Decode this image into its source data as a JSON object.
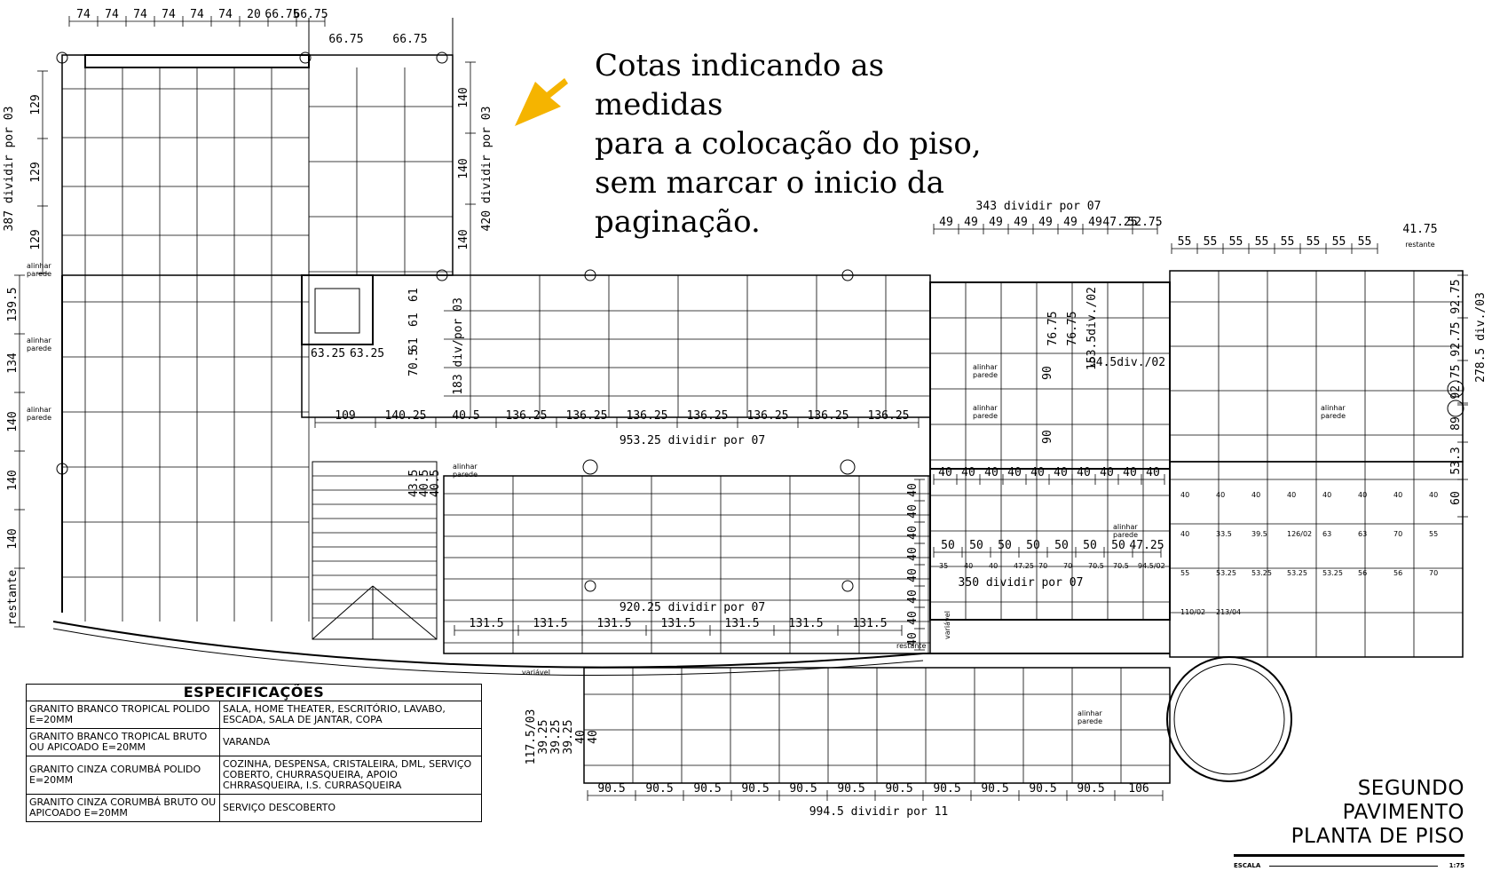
{
  "annotation": {
    "lines": [
      "Cotas indicando as medidas",
      "para a colocação do piso,",
      "sem marcar o inicio da",
      "paginação."
    ],
    "arrow_color": "#F5B400",
    "arrow_icon": "arrow-down-left"
  },
  "top_dims": {
    "row1": [
      "74",
      "74",
      "74",
      "74",
      "74",
      "74",
      "20",
      "66.75",
      "66.75"
    ],
    "row2": [
      "66.75",
      "66.75"
    ]
  },
  "left_dims": {
    "total": "387 dividir por 03",
    "items": [
      "129",
      "129",
      "129",
      "139.5",
      "134",
      "140",
      "140",
      "140",
      "restante"
    ]
  },
  "upper_right_vertical": {
    "total": "420 dividir por 03",
    "items": [
      "140",
      "140",
      "140"
    ]
  },
  "kitchen_top": {
    "total": "343 dividir por 07",
    "items": [
      "49",
      "49",
      "49",
      "49",
      "49",
      "49",
      "49",
      "47.25",
      "52.75"
    ]
  },
  "right_top": {
    "items": [
      "55",
      "55",
      "55",
      "55",
      "55",
      "55",
      "55",
      "55"
    ],
    "end": "41.75",
    "end_label": "restante"
  },
  "right_side_vertical": {
    "items": [
      "92.75",
      "92.75",
      "92.75"
    ],
    "total": "278.5 div./03",
    "lower": [
      "89",
      "53.3",
      "60"
    ]
  },
  "hall_labels": {
    "small": [
      "63.25",
      "63.25",
      "61",
      "61",
      "61",
      "70.5",
      "183 div/por 03"
    ],
    "row": [
      "109",
      "140.25",
      "40.5",
      "136.25",
      "136.25",
      "136.25",
      "136.25",
      "136.25",
      "136.25",
      "136.25"
    ],
    "total": "953.25 dividir por 07",
    "stair": [
      "43.5",
      "40.5",
      "40.5"
    ]
  },
  "kitchen_labels": {
    "vert": [
      "76.75",
      "76.75",
      "153.5div./02",
      "90",
      "90"
    ],
    "note": "94.5div./02",
    "row40": [
      "40",
      "40",
      "40",
      "40",
      "40",
      "40",
      "40",
      "40",
      "40",
      "40"
    ],
    "row50": [
      "50",
      "50",
      "50",
      "50",
      "50",
      "50",
      "50",
      "47.25"
    ],
    "extra": [
      "35",
      "40",
      "40",
      "47.25",
      "70",
      "70",
      "70.5",
      "70.5",
      "94.5/02"
    ],
    "total": "350 dividir por 07"
  },
  "veranda_labels": {
    "row": [
      "131.5",
      "131.5",
      "131.5",
      "131.5",
      "131.5",
      "131.5",
      "131.5"
    ],
    "total": "920.25 dividir por 07",
    "col40": [
      "40",
      "40",
      "40",
      "40",
      "40",
      "40",
      "40",
      "40"
    ],
    "restante": "restante",
    "variavel": "variável"
  },
  "service_labels": {
    "items": [
      "40",
      "40",
      "40",
      "40",
      "40",
      "40",
      "40",
      "40",
      "40",
      "33.5",
      "39.5",
      "126/02",
      "63",
      "63",
      "70",
      "55",
      "55",
      "53.25",
      "53.25",
      "53.25",
      "53.25",
      "56",
      "56",
      "70",
      "110/02",
      "213/04"
    ]
  },
  "bottom_area": {
    "row": [
      "90.5",
      "90.5",
      "90.5",
      "90.5",
      "90.5",
      "90.5",
      "90.5",
      "90.5",
      "90.5",
      "90.5",
      "90.5",
      "106"
    ],
    "total": "994.5 dividir por 11",
    "left_vert": [
      "117.5/03",
      "39.25",
      "39.25",
      "39.25",
      "40",
      "40"
    ],
    "variavel": "variável"
  },
  "wall_notes": {
    "alinhar": "alinhar",
    "parede": "parede"
  },
  "specs": {
    "title": "ESPECIFICAÇÕES",
    "rows": [
      {
        "material": "GRANITO BRANCO TROPICAL POLIDO E=20mm",
        "rooms": "SALA, HOME THEATER, ESCRITÓRIO, LAVABO, ESCADA, SALA DE JANTAR, COPA"
      },
      {
        "material": "GRANITO BRANCO TROPICAL BRUTO OU APICOADO E=20mm",
        "rooms": "VARANDA"
      },
      {
        "material": "GRANITO CINZA CORUMBÁ POLIDO E=20mm",
        "rooms": "COZINHA, DESPENSA, CRISTALEIRA, DML, SERVIÇO COBERTO, CHURRASQUEIRA, APOIO CHRRASQUEIRA, I.S. CURRASQUEIRA"
      },
      {
        "material": "GRANITO CINZA CORUMBÁ BRUTO OU APICOADO E=20mm",
        "rooms": "SERVIÇO DESCOBERTO"
      }
    ]
  },
  "title_block": {
    "line1": "SEGUNDO PAVIMENTO",
    "line2": "PLANTA DE PISO",
    "scale_label": "ESCALA",
    "scale_value": "1:75"
  }
}
